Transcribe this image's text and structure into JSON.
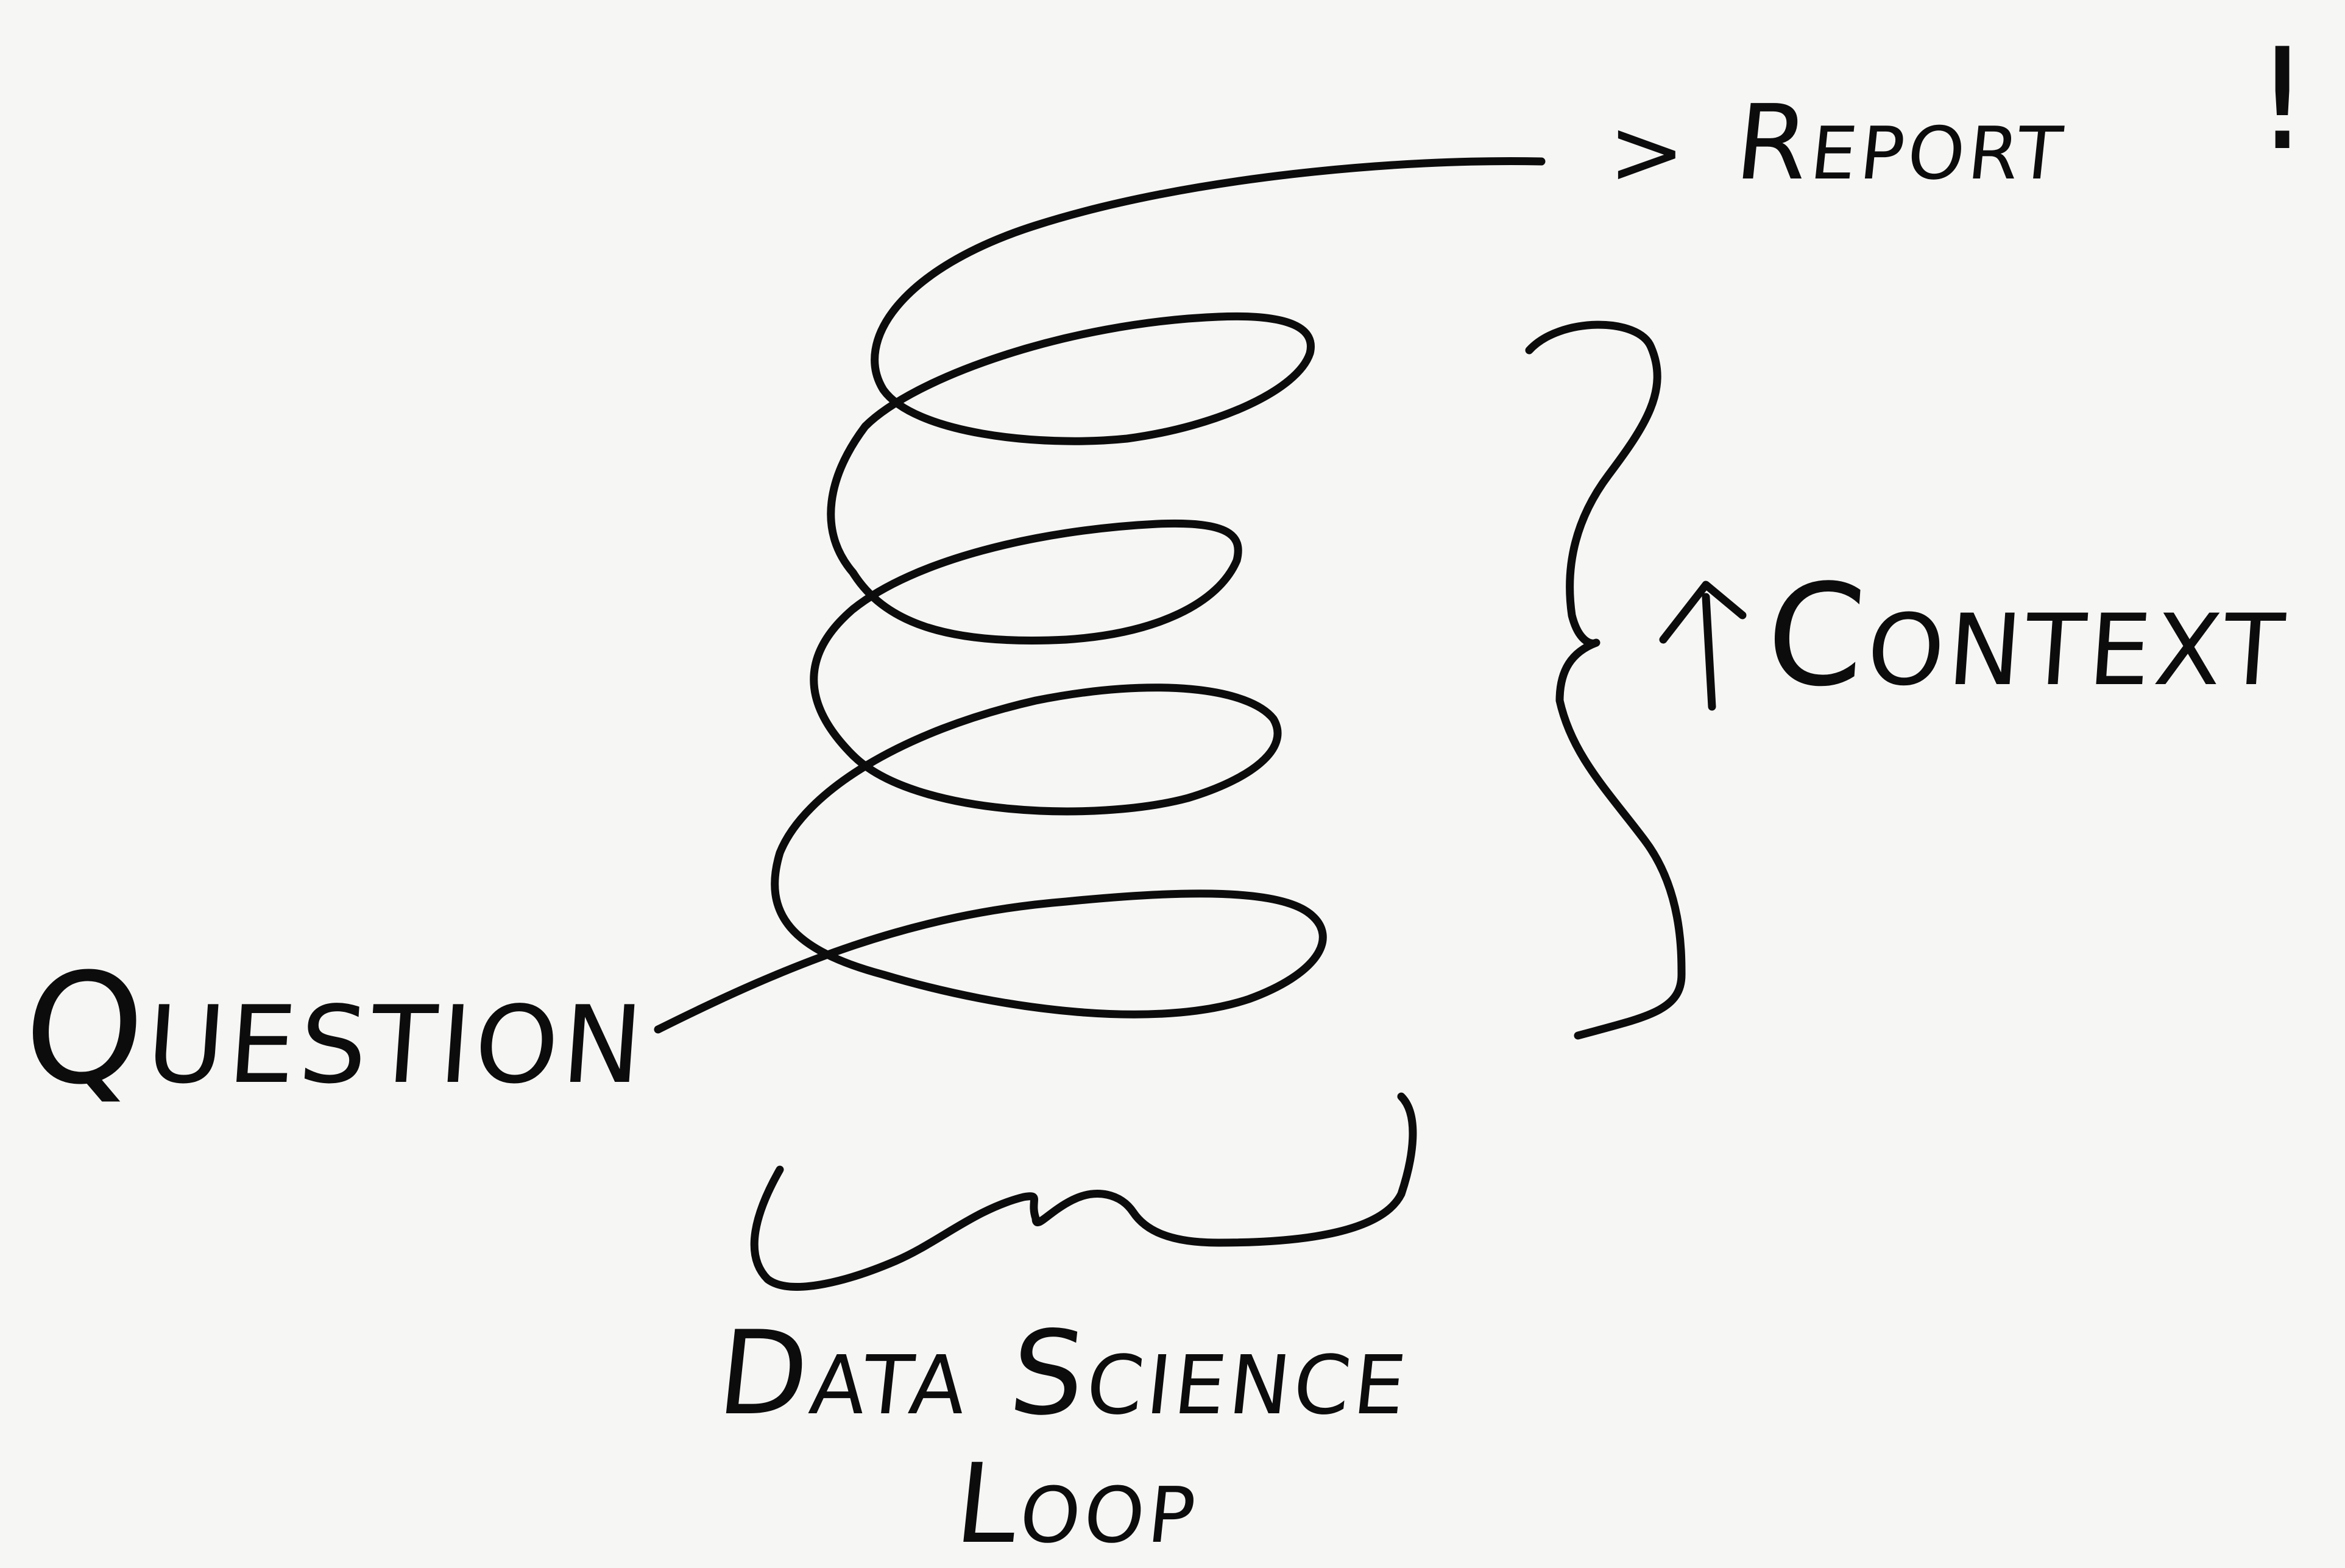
{
  "diagram": {
    "labels": {
      "question": "Question",
      "report_arrow": ">",
      "report": "Report",
      "report_bang": "!",
      "context": "Context",
      "data_science_line1": "Data Science",
      "data_science_line2": "Loop"
    },
    "colors": {
      "ink": "#0c0c0c",
      "paper": "#f6f6f5"
    }
  }
}
